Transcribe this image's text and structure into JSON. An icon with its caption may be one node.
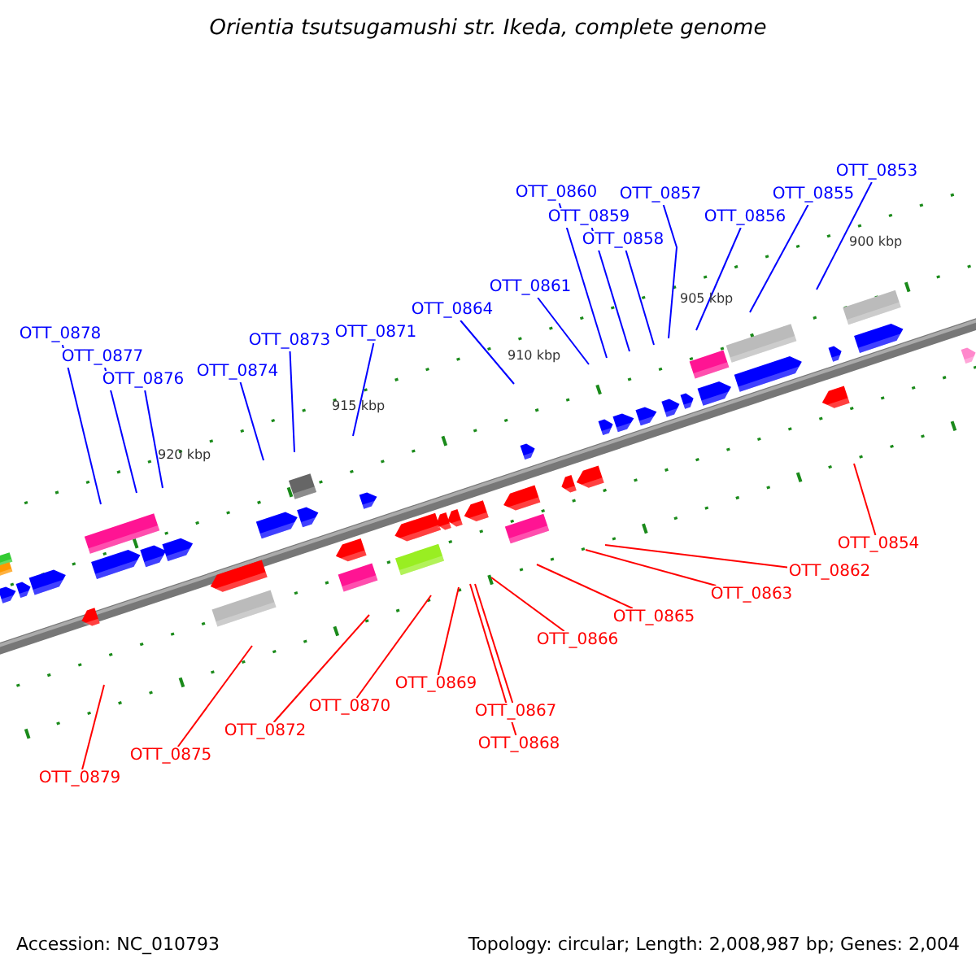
{
  "diagram": {
    "title": "Orientia tsutsugamushi str. Ikeda, complete genome",
    "nodes": [
      {
        "text": [
          "OTT_0878"
        ]
      },
      {
        "text": [
          "OTT_0877"
        ]
      },
      {
        "text": [
          "OTT_0876"
        ]
      },
      {
        "text": [
          "OTT_0874"
        ]
      },
      {
        "text": [
          "OTT_0873"
        ]
      },
      {
        "text": [
          "OTT_0871"
        ]
      },
      {
        "text": [
          "OTT_0864"
        ]
      },
      {
        "text": [
          "OTT_0861"
        ]
      },
      {
        "text": [
          "OTT_0860"
        ]
      },
      {
        "text": [
          "OTT_0859"
        ]
      },
      {
        "text": [
          "OTT_0858"
        ]
      },
      {
        "text": [
          "OTT_0857"
        ]
      },
      {
        "text": [
          "OTT_0856"
        ]
      },
      {
        "text": [
          "OTT_0855"
        ]
      },
      {
        "text": [
          "OTT_0853"
        ]
      },
      {
        "text": [
          "OTT_0854"
        ]
      },
      {
        "text": [
          "OTT_0862"
        ]
      },
      {
        "text": [
          "OTT_0863"
        ]
      },
      {
        "text": [
          "OTT_0865"
        ]
      },
      {
        "text": [
          "OTT_0866"
        ]
      },
      {
        "text": [
          "OTT_0867"
        ]
      },
      {
        "text": [
          "OTT_0868"
        ]
      },
      {
        "text": [
          "OTT_0869"
        ]
      },
      {
        "text": [
          "OTT_0870"
        ]
      },
      {
        "text": [
          "OTT_0872"
        ]
      },
      {
        "text": [
          "OTT_0875"
        ]
      },
      {
        "text": [
          "OTT_0879"
        ]
      }
    ],
    "edges": [
      {
        "from": 0,
        "to": null,
        "arrow": "none"
      },
      {
        "from": 1,
        "to": null,
        "arrow": "none"
      },
      {
        "from": 2,
        "to": null,
        "arrow": "none"
      },
      {
        "from": 3,
        "to": null,
        "arrow": "none"
      },
      {
        "from": 4,
        "to": null,
        "arrow": "none"
      },
      {
        "from": 5,
        "to": null,
        "arrow": "none"
      },
      {
        "from": 6,
        "to": null,
        "arrow": "none"
      },
      {
        "from": 7,
        "to": null,
        "arrow": "none"
      },
      {
        "from": 8,
        "to": null,
        "arrow": "none"
      },
      {
        "from": 9,
        "to": null,
        "arrow": "none"
      },
      {
        "from": 10,
        "to": null,
        "arrow": "none"
      },
      {
        "from": 11,
        "to": null,
        "arrow": "none"
      },
      {
        "from": 12,
        "to": null,
        "arrow": "none"
      },
      {
        "from": 13,
        "to": null,
        "arrow": "none"
      },
      {
        "from": 14,
        "to": null,
        "arrow": "none"
      },
      {
        "from": 15,
        "to": null,
        "arrow": "none",
        "color": "#ff0000"
      },
      {
        "from": 16,
        "to": null,
        "arrow": "none",
        "color": "#ff0000"
      },
      {
        "from": 17,
        "to": null,
        "arrow": "none",
        "color": "#ff0000"
      },
      {
        "from": 18,
        "to": null,
        "arrow": "none",
        "color": "#ff0000"
      },
      {
        "from": 19,
        "to": null,
        "arrow": "none",
        "color": "#ff0000"
      },
      {
        "from": 20,
        "to": null,
        "arrow": "none",
        "color": "#ff0000"
      },
      {
        "from": 21,
        "to": null,
        "arrow": "none",
        "color": "#ff0000"
      },
      {
        "from": 22,
        "to": null,
        "arrow": "none",
        "color": "#ff0000"
      },
      {
        "from": 23,
        "to": null,
        "arrow": "none",
        "color": "#ff0000"
      },
      {
        "from": 24,
        "to": null,
        "arrow": "none",
        "color": "#ff0000"
      },
      {
        "from": 25,
        "to": null,
        "arrow": "none",
        "color": "#ff0000"
      },
      {
        "from": 26,
        "to": null,
        "arrow": "none",
        "color": "#ff0000"
      }
    ],
    "labels": [
      "900 kbp",
      "905 kbp",
      "910 kbp",
      "915 kbp",
      "920 kbp",
      "Accession: NC_010793",
      "Topology: circular; Length: 2,008,987 bp; Genes: 2,004"
    ]
  }
}
